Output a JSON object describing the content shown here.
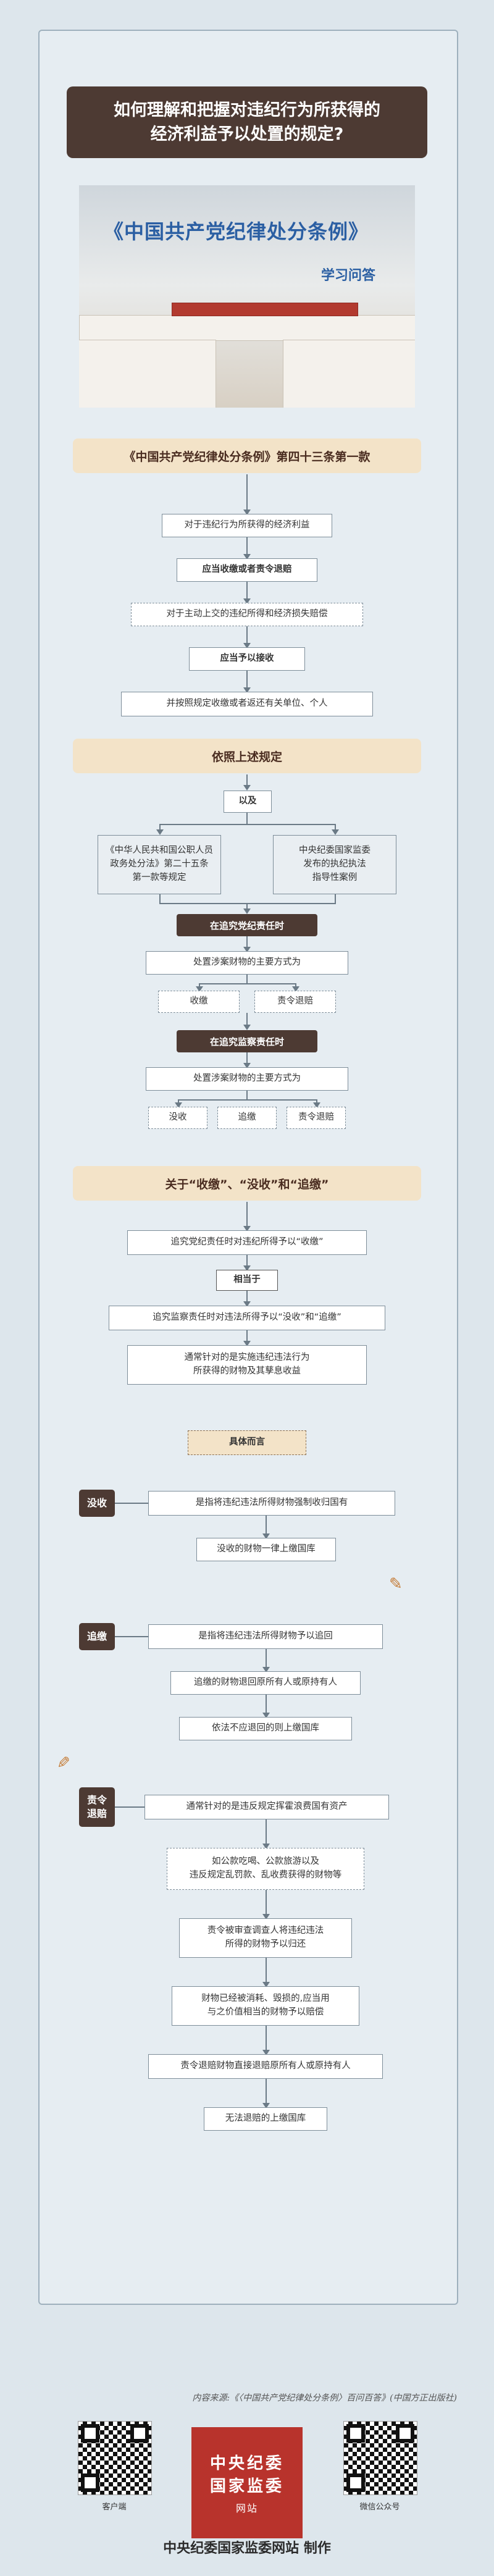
{
  "title": {
    "line1": "如何理解和把握对违纪行为所获得的",
    "line2": "经济利益予以处置的规定?"
  },
  "hero": {
    "title": "《中国共产党纪律处分条例》",
    "subtitle": "学习问答"
  },
  "section1": {
    "header": "《中国共产党纪律处分条例》第四十三条第一款",
    "b1": "对于违纪行为所获得的经济利益",
    "b2": "应当收缴或者责令退赔",
    "b3": "对于主动上交的违纪所得和经济损失赔偿",
    "b4": "应当予以接收",
    "b5": "并按照规定收缴或者返还有关单位、个人"
  },
  "section2": {
    "header": "依照上述规定",
    "and": "以及",
    "left_l1": "《中华人民共和国公职人员",
    "left_l2": "政务处分法》第二十五条",
    "left_l3": "第一款等规定",
    "right_l1": "中央纪委国家监委",
    "right_l2": "发布的执纪执法",
    "right_l3": "指导性案例",
    "bar1": "在追究党纪责任时",
    "way1": "处置涉案财物的主要方式为",
    "w1a": "收缴",
    "w1b": "责令退赔",
    "bar2": "在追究监察责任时",
    "way2": "处置涉案财物的主要方式为",
    "w2a": "没收",
    "w2b": "追缴",
    "w2c": "责令退赔"
  },
  "section3": {
    "header": "关于“收缴”、“没收”和“追缴”",
    "c1": "追究党纪责任时对违纪所得予以“收缴”",
    "c2": "相当于",
    "c3": "追究监察责任时对违法所得予以“没收”和“追缴”",
    "c4_l1": "通常针对的是实施违纪违法行为",
    "c4_l2": "所获得的财物及其孳息收益",
    "c5": "具体而言"
  },
  "moshou": {
    "tag": "没收",
    "d1": "是指将违纪违法所得财物强制收归国有",
    "d2": "没收的财物一律上缴国库"
  },
  "zhuijiao": {
    "tag": "追缴",
    "d1": "是指将违纪违法所得财物予以追回",
    "d2": "追缴的财物退回原所有人或原持有人",
    "d3": "依法不应退回的则上缴国库"
  },
  "tuipei": {
    "tag_l1": "责令",
    "tag_l2": "退赔",
    "d1": "通常针对的是违反规定挥霍浪费国有资产",
    "d2_l1": "如公款吃喝、公款旅游以及",
    "d2_l2": "违反规定乱罚款、乱收费获得的财物等",
    "d3_l1": "责令被审查调查人将违纪违法",
    "d3_l2": "所得的财物予以归还",
    "d4_l1": "财物已经被消耗、毁损的,应当用",
    "d4_l2": "与之价值相当的财物予以赔偿",
    "d5": "责令退赔财物直接退赔原所有人或原持有人",
    "d6": "无法退赔的上缴国库"
  },
  "footer": {
    "source": "内容来源:《〈中国共产党纪律处分条例〉百问百答》(中国方正出版社)",
    "qr_left": "客户端",
    "qr_right": "微信公众号",
    "logo_l1": "中央纪委",
    "logo_l2": "国家监委",
    "logo_l3": "网站",
    "made_by": "中央纪委国家监委网站 制作"
  },
  "colors": {
    "dark": "#4d3a33",
    "sand": "#f3e3c8",
    "bg": "#dde6ec"
  }
}
